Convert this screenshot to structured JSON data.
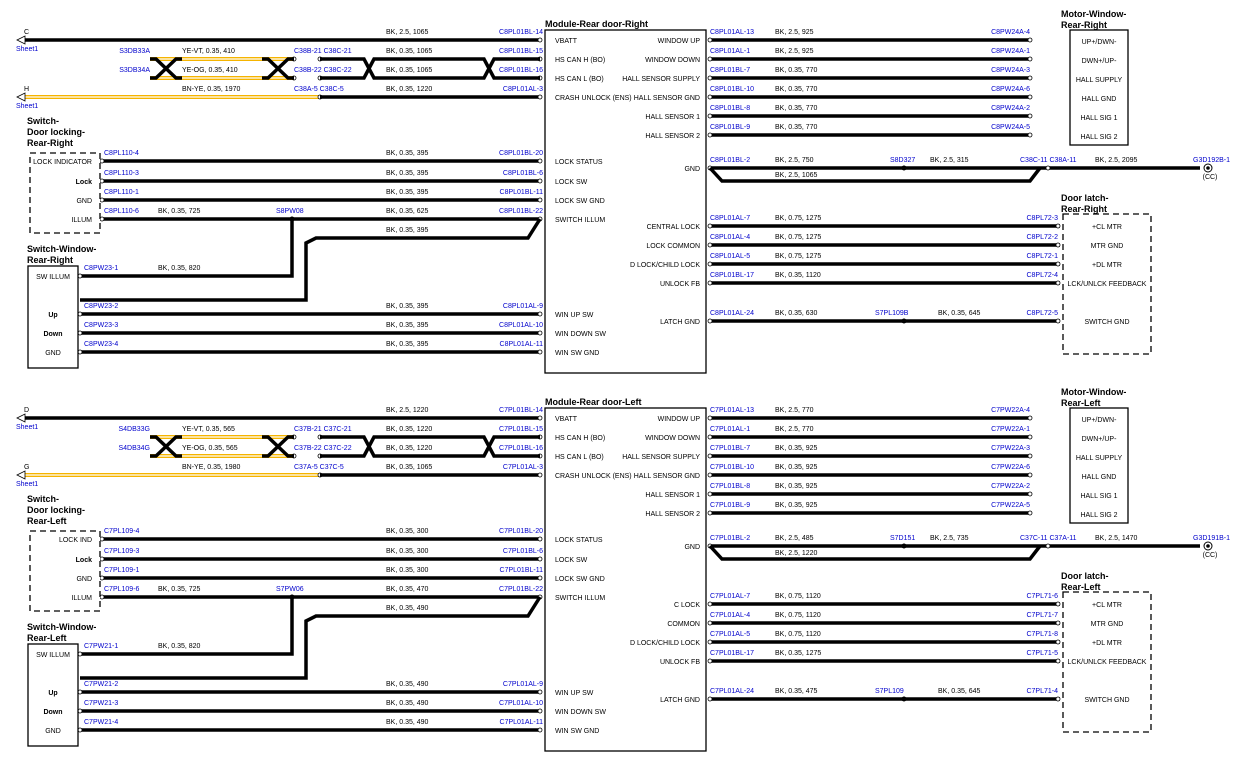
{
  "colors": {
    "wire": "#000000",
    "signal": "#f5b400",
    "link": "#0000cc",
    "box": "#000000"
  },
  "diagrams": [
    {
      "module_title": "Module-Rear door-Right",
      "module_pins_left": [
        "VBATT",
        "HS CAN H (BO)",
        "HS CAN L (BO)",
        "CRASH UNLOCK (ENS)",
        "LOCK STATUS",
        "LOCK SW",
        "LOCK SW GND",
        "SWITCH ILLUM",
        "WIN UP SW",
        "WIN DOWN SW",
        "WIN SW GND"
      ],
      "module_pins_right": [
        "WINDOW UP",
        "WINDOW DOWN",
        "HALL SENSOR SUPPLY",
        "HALL SENSOR GND",
        "HALL SENSOR 1",
        "HALL SENSOR 2",
        "GND",
        "CENTRAL LOCK",
        "LOCK COMMON",
        "D LOCK/CHILD LOCK",
        "UNLOCK FB",
        "LATCH GND"
      ],
      "left_wires": [
        {
          "lc": "",
          "spec": "BK, 2.5, 1065",
          "rc": "C8PL01BL-14"
        },
        {
          "lc": "S3DB33A",
          "spec": "YE-VT, 0.35, 410",
          "mc": "C38B-21 C38C-21",
          "spec2": "BK, 0.35, 1065",
          "rc": "C8PL01BL-15"
        },
        {
          "lc": "S3DB34A",
          "spec": "YE-OG, 0.35, 410",
          "mc": "C38B-22 C38C-22",
          "spec2": "BK, 0.35, 1065",
          "rc": "C8PL01BL-16"
        },
        {
          "lc": "",
          "spec": "BN-YE, 0.35, 1970",
          "mc": "C38A-5 C38C-5",
          "spec2": "BK, 0.35, 1220",
          "rc": "C8PL01AL-3"
        },
        {
          "lc": "C8PL110-4",
          "spec": "BK, 0.35, 395",
          "rc": "C8PL01BL-20"
        },
        {
          "lc": "C8PL110-3",
          "spec": "BK, 0.35, 395",
          "rc": "C8PL01BL-6"
        },
        {
          "lc": "C8PL110-1",
          "spec": "BK, 0.35, 395",
          "rc": "C8PL01BL-11"
        },
        {
          "lc": "C8PL110-6",
          "spec": "BK, 0.35, 725",
          "mc": "S8PW08",
          "spec2": "BK, 0.35, 625",
          "rc": "C8PL01BL-22"
        },
        {
          "spec": "BK, 0.35, 395"
        },
        {
          "lc": "C8PW23-1",
          "spec": "BK, 0.35, 820"
        },
        {
          "lc": "C8PW23-2",
          "spec": "BK, 0.35, 395",
          "rc": "C8PL01AL-9"
        },
        {
          "lc": "C8PW23-3",
          "spec": "BK, 0.35, 395",
          "rc": "C8PL01AL-10"
        },
        {
          "lc": "C8PW23-4",
          "spec": "BK, 0.35, 395",
          "rc": "C8PL01AL-11"
        }
      ],
      "right_wires": [
        {
          "lc": "C8PL01AL-13",
          "spec": "BK, 2.5, 925",
          "rc": "C8PW24A-4"
        },
        {
          "lc": "C8PL01AL-1",
          "spec": "BK, 2.5, 925",
          "rc": "C8PW24A-1"
        },
        {
          "lc": "C8PL01BL-7",
          "spec": "BK, 0.35, 770",
          "rc": "C8PW24A-3"
        },
        {
          "lc": "C8PL01BL-10",
          "spec": "BK, 0.35, 770",
          "rc": "C8PW24A-6"
        },
        {
          "lc": "C8PL01BL-8",
          "spec": "BK, 0.35, 770",
          "rc": "C8PW24A-2"
        },
        {
          "lc": "C8PL01BL-9",
          "spec": "BK, 0.35, 770",
          "rc": "C8PW24A-5"
        },
        {
          "lc": "C8PL01BL-2",
          "spec": "BK, 2.5, 750",
          "mc": "S8D327",
          "spec2": "BK, 2.5, 315",
          "mc2": "C38C-11 C38A-11",
          "spec3": "BK, 2.5, 2095",
          "end": "G3D192B-1"
        },
        {
          "spec": "BK, 2.5, 1065"
        },
        {
          "lc": "C8PL01AL-7",
          "spec": "BK, 0.75, 1275",
          "rc": "C8PL72-3"
        },
        {
          "lc": "C8PL01AL-4",
          "spec": "BK, 0.75, 1275",
          "rc": "C8PL72-2"
        },
        {
          "lc": "C8PL01AL-5",
          "spec": "BK, 0.75, 1275",
          "rc": "C8PL72-1"
        },
        {
          "lc": "C8PL01BL-17",
          "spec": "BK, 0.35, 1120",
          "rc": "C8PL72-4"
        },
        {
          "lc": "C8PL01AL-24",
          "spec": "BK, 0.35, 630",
          "mc": "S7PL109B",
          "spec2": "BK, 0.35, 645",
          "rc": "C8PL72-5"
        }
      ],
      "lock_switch": {
        "title": [
          "Switch-",
          "Door locking-",
          "Rear-Right"
        ],
        "pins": [
          "LOCK INDICATOR",
          "Lock",
          "GND",
          "ILLUM"
        ]
      },
      "window_switch": {
        "title": [
          "Switch-Window-",
          "Rear-Right"
        ],
        "pins": [
          "SW ILLUM",
          "Up",
          "Down",
          "GND"
        ]
      },
      "motor": {
        "title": [
          "Motor-Window-",
          "Rear-Right"
        ],
        "pins": [
          "UP+/DWN-",
          "DWN+/UP-",
          "HALL SUPPLY",
          "HALL GND",
          "HALL SIG 1",
          "HALL SIG 2"
        ]
      },
      "latch": {
        "title": [
          "Door latch-",
          "Rear-Right"
        ],
        "pins": [
          "+CL MTR",
          "MTR GND",
          "+DL MTR",
          "LCK/UNLCK FEEDBACK",
          "SWITCH GND"
        ]
      },
      "sheet_refs": [
        {
          "letter": "C",
          "sheet": "Sheet1"
        },
        {
          "letter": "H",
          "sheet": "Sheet1"
        }
      ],
      "ground_suffix": "(CC)"
    },
    {
      "module_title": "Module-Rear door-Left",
      "module_pins_left": [
        "VBATT",
        "HS CAN H (BO)",
        "HS CAN L (BO)",
        "CRASH UNLOCK (ENS)",
        "LOCK STATUS",
        "LOCK SW",
        "LOCK SW GND",
        "SWITCH ILLUM",
        "WIN UP SW",
        "WIN DOWN SW",
        "WIN SW GND"
      ],
      "module_pins_right": [
        "WINDOW UP",
        "WINDOW DOWN",
        "HALL SENSOR SUPPLY",
        "HALL SENSOR GND",
        "HALL SENSOR 1",
        "HALL SENSOR 2",
        "GND",
        "C LOCK",
        "COMMON",
        "D LOCK/CHILD LOCK",
        "UNLOCK FB",
        "LATCH GND"
      ],
      "left_wires": [
        {
          "lc": "",
          "spec": "BK, 2.5, 1220",
          "rc": "C7PL01BL-14"
        },
        {
          "lc": "S4DB33G",
          "spec": "YE-VT, 0.35, 565",
          "mc": "C37B-21 C37C-21",
          "spec2": "BK, 0.35, 1220",
          "rc": "C7PL01BL-15"
        },
        {
          "lc": "S4DB34G",
          "spec": "YE-OG, 0.35, 565",
          "mc": "C37B-22 C37C-22",
          "spec2": "BK, 0.35, 1220",
          "rc": "C7PL01BL-16"
        },
        {
          "lc": "",
          "spec": "BN-YE, 0.35, 1980",
          "mc": "C37A-5 C37C-5",
          "spec2": "BK, 0.35, 1065",
          "rc": "C7PL01AL-3"
        },
        {
          "lc": "C7PL109-4",
          "spec": "BK, 0.35, 300",
          "rc": "C7PL01BL-20"
        },
        {
          "lc": "C7PL109-3",
          "spec": "BK, 0.35, 300",
          "rc": "C7PL01BL-6"
        },
        {
          "lc": "C7PL109-1",
          "spec": "BK, 0.35, 300",
          "rc": "C7PL01BL-11"
        },
        {
          "lc": "C7PL109-6",
          "spec": "BK, 0.35, 725",
          "mc": "S7PW06",
          "spec2": "BK, 0.35, 470",
          "rc": "C7PL01BL-22"
        },
        {
          "spec": "BK, 0.35, 490"
        },
        {
          "lc": "C7PW21-1",
          "spec": "BK, 0.35, 820"
        },
        {
          "lc": "C7PW21-2",
          "spec": "BK, 0.35, 490",
          "rc": "C7PL01AL-9"
        },
        {
          "lc": "C7PW21-3",
          "spec": "BK, 0.35, 490",
          "rc": "C7PL01AL-10"
        },
        {
          "lc": "C7PW21-4",
          "spec": "BK, 0.35, 490",
          "rc": "C7PL01AL-11"
        }
      ],
      "right_wires": [
        {
          "lc": "C7PL01AL-13",
          "spec": "BK, 2.5, 770",
          "rc": "C7PW22A-4"
        },
        {
          "lc": "C7PL01AL-1",
          "spec": "BK, 2.5, 770",
          "rc": "C7PW22A-1"
        },
        {
          "lc": "C7PL01BL-7",
          "spec": "BK, 0.35, 925",
          "rc": "C7PW22A-3"
        },
        {
          "lc": "C7PL01BL-10",
          "spec": "BK, 0.35, 925",
          "rc": "C7PW22A-6"
        },
        {
          "lc": "C7PL01BL-8",
          "spec": "BK, 0.35, 925",
          "rc": "C7PW22A-2"
        },
        {
          "lc": "C7PL01BL-9",
          "spec": "BK, 0.35, 925",
          "rc": "C7PW22A-5"
        },
        {
          "lc": "C7PL01BL-2",
          "spec": "BK, 2.5, 485",
          "mc": "S7D151",
          "spec2": "BK, 2.5, 735",
          "mc2": "C37C-11 C37A-11",
          "spec3": "BK, 2.5, 1470",
          "end": "G3D191B-1"
        },
        {
          "spec": "BK, 2.5, 1220"
        },
        {
          "lc": "C7PL01AL-7",
          "spec": "BK, 0.75, 1120",
          "rc": "C7PL71-6"
        },
        {
          "lc": "C7PL01AL-4",
          "spec": "BK, 0.75, 1120",
          "rc": "C7PL71-7"
        },
        {
          "lc": "C7PL01AL-5",
          "spec": "BK, 0.75, 1120",
          "rc": "C7PL71-8"
        },
        {
          "lc": "C7PL01BL-17",
          "spec": "BK, 0.35, 1275",
          "rc": "C7PL71-5"
        },
        {
          "lc": "C7PL01AL-24",
          "spec": "BK, 0.35, 475",
          "mc": "S7PL109",
          "spec2": "BK, 0.35, 645",
          "rc": "C7PL71-4"
        }
      ],
      "lock_switch": {
        "title": [
          "Switch-",
          "Door locking-",
          "Rear-Left"
        ],
        "pins": [
          "LOCK IND",
          "Lock",
          "GND",
          "ILLUM"
        ]
      },
      "window_switch": {
        "title": [
          "Switch-Window-",
          "Rear-Left"
        ],
        "pins": [
          "SW ILLUM",
          "Up",
          "Down",
          "GND"
        ]
      },
      "motor": {
        "title": [
          "Motor-Window-",
          "Rear-Left"
        ],
        "pins": [
          "UP+/DWN-",
          "DWN+/UP-",
          "HALL SUPPLY",
          "HALL GND",
          "HALL SIG 1",
          "HALL SIG 2"
        ]
      },
      "latch": {
        "title": [
          "Door latch-",
          "Rear-Left"
        ],
        "pins": [
          "+CL MTR",
          "MTR GND",
          "+DL MTR",
          "LCK/UNLCK FEEDBACK",
          "SWITCH GND"
        ]
      },
      "sheet_refs": [
        {
          "letter": "D",
          "sheet": "Sheet1"
        },
        {
          "letter": "G",
          "sheet": "Sheet1"
        }
      ],
      "ground_suffix": "(CC)"
    }
  ]
}
